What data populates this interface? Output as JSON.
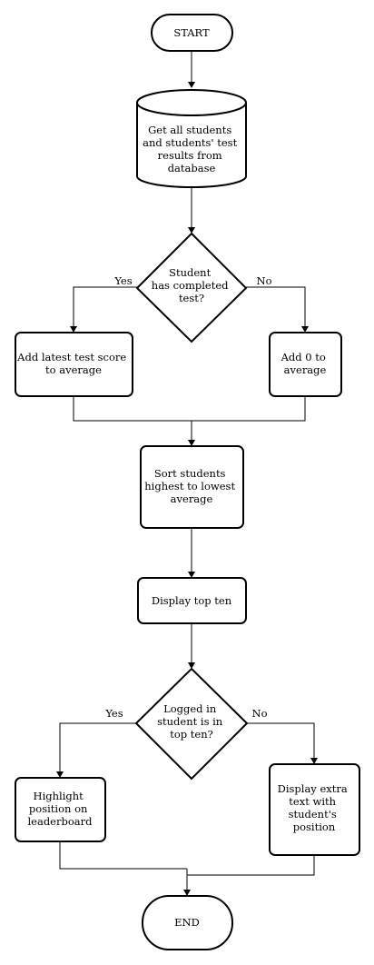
{
  "diagram": {
    "nodes": {
      "start": {
        "lines": [
          "START"
        ]
      },
      "get_students": {
        "lines": [
          "Get all students",
          "and students' test",
          "results from",
          "database"
        ]
      },
      "completed_test": {
        "lines": [
          "Student",
          "has completed",
          "test?"
        ]
      },
      "add_latest": {
        "lines": [
          "Add latest test score",
          "to average"
        ]
      },
      "add_zero": {
        "lines": [
          "Add 0 to",
          "average"
        ]
      },
      "sort_students": {
        "lines": [
          "Sort students",
          "highest to lowest",
          "average"
        ]
      },
      "display_top": {
        "lines": [
          "Display top ten"
        ]
      },
      "logged_in": {
        "lines": [
          "Logged in",
          "student is in",
          "top ten?"
        ]
      },
      "highlight": {
        "lines": [
          "Highlight",
          "position on",
          "leaderboard"
        ]
      },
      "display_extra": {
        "lines": [
          "Display extra",
          "text with",
          "student's",
          "position"
        ]
      },
      "end": {
        "lines": [
          "END"
        ]
      }
    },
    "branch_labels": {
      "test_yes": "Yes",
      "test_no": "No",
      "top_yes": "Yes",
      "top_no": "No"
    }
  }
}
